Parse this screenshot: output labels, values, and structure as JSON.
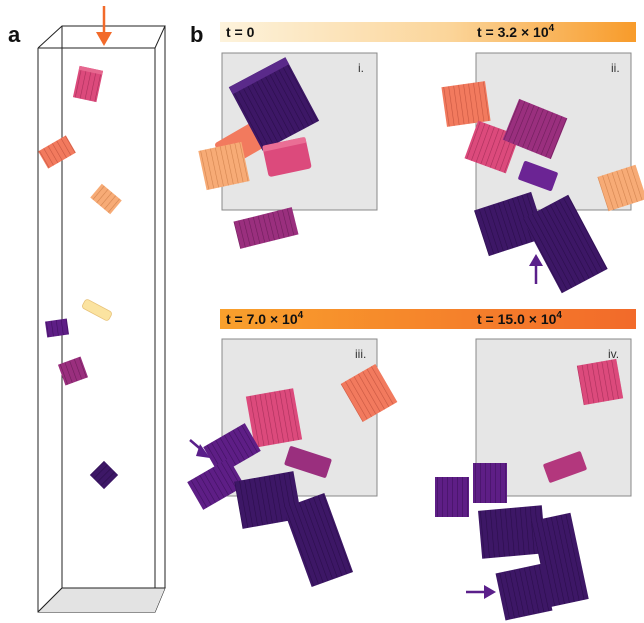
{
  "panels": {
    "a_label": "a",
    "b_label": "b"
  },
  "timeline": {
    "t0": "t = 0",
    "t1": "t = 3.2 × 10",
    "t1_exp": "4",
    "t2": "t = 7.0 × 10",
    "t2_exp": "4",
    "t3": "t = 15.0 × 10",
    "t3_exp": "4"
  },
  "subpanels": {
    "i": "i.",
    "ii": "ii.",
    "iii": "iii.",
    "iv": "iv."
  },
  "colors": {
    "arrow_orange": "#f26a2a",
    "arrow_purple": "#5a1f8a",
    "dark_purple": "#3d1766",
    "violet": "#5e1e86",
    "magenta": "#8e2a7a",
    "pink": "#d84478",
    "salmon": "#f0745c",
    "peach": "#f6a46a",
    "cream": "#fbe3a0",
    "box_fill": "#e6e6e6",
    "bar_light": "#fdf3dc",
    "bar_orange": "#f89b2a",
    "bar_deep": "#f26a2a"
  }
}
